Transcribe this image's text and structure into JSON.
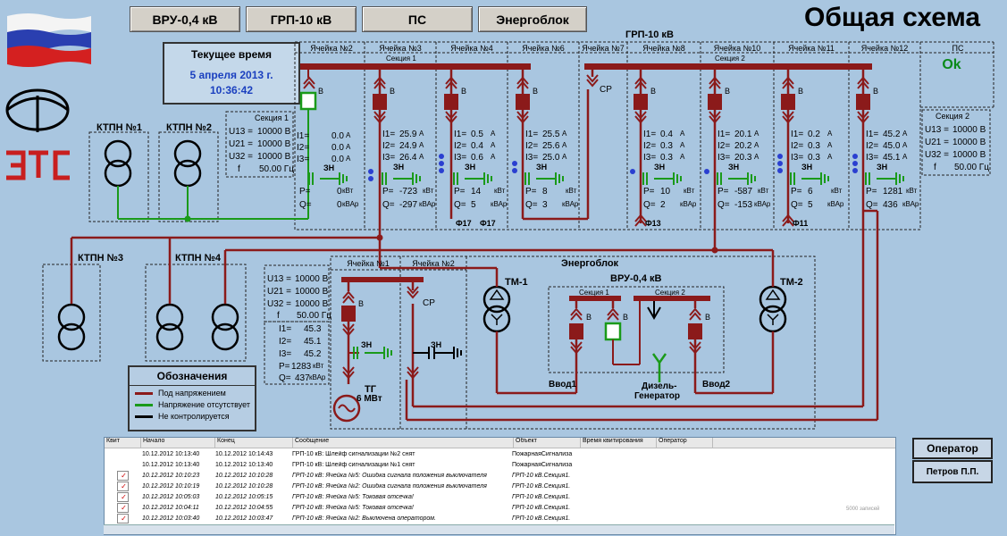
{
  "nav": {
    "vru": "ВРУ-0,4 кВ",
    "grp": "ГРП-10 кВ",
    "ps": "ПС",
    "eb": "Энергоблок"
  },
  "title": "Общая схема",
  "time": {
    "label": "Текущее время",
    "date": "5 апреля 2013 г.",
    "clock": "10:36:42"
  },
  "colors": {
    "live": "#8b1a1a",
    "dead": "#1a9a1a",
    "unmonitored": "#000000",
    "bg": "#a9c6e0"
  },
  "grp": {
    "title": "ГРП-10 кВ",
    "cells": [
      "Ячейка №2",
      "Ячейка №3",
      "Ячейка №4",
      "Ячейка №6",
      "Ячейка №7",
      "Ячейка №8",
      "Ячейка №10",
      "Ячейка №11",
      "Ячейка №12"
    ],
    "ps_header": "ПС",
    "ps_status": "Ok",
    "section1": "Секция 1",
    "section2": "Секция 2",
    "feeders": [
      {
        "i1": "0.0",
        "i2": "0.0",
        "i3": "0.0",
        "p": "0",
        "q": "0"
      },
      {
        "i1": "25.9",
        "i2": "24.9",
        "i3": "26.4",
        "p": "-723",
        "q": "-297"
      },
      {
        "i1": "0.5",
        "i2": "0.4",
        "i3": "0.6",
        "p": "14",
        "q": "5"
      },
      {
        "i1": "25.5",
        "i2": "25.6",
        "i3": "25.0",
        "p": "8",
        "q": "3"
      },
      {
        "i1": "0.4",
        "i2": "0.3",
        "i3": "0.3",
        "p": "10",
        "q": "2"
      },
      {
        "i1": "20.1",
        "i2": "20.2",
        "i3": "20.3",
        "p": "-587",
        "q": "-153"
      },
      {
        "i1": "0.2",
        "i2": "0.3",
        "i3": "0.3",
        "p": "6",
        "q": "5"
      },
      {
        "i1": "45.2",
        "i2": "45.0",
        "i3": "45.1",
        "p": "1281",
        "q": "436"
      }
    ],
    "feeder_names": [
      "Ф17",
      "Ф17",
      "Ф13",
      "Ф11"
    ]
  },
  "labels": {
    "b": "В",
    "cp": "СР",
    "zn": "ЗН",
    "i1": "I1=",
    "i2": "I2=",
    "i3": "I3=",
    "p": "P=",
    "q": "Q=",
    "a": "А",
    "kw": "кВт",
    "kvar": "кВАр",
    "u13": "U13 =",
    "u21": "U21 =",
    "u32": "U32 =",
    "f": "f",
    "u_val": "10000 В",
    "f_val": "50.00 Гц"
  },
  "sec1": {
    "title": "Секция 1"
  },
  "sec2": {
    "title": "Секция 2"
  },
  "ktpn": [
    "КТПН №1",
    "КТПН №2",
    "КТПН №3",
    "КТПН №4"
  ],
  "eb": {
    "title": "Энергоблок",
    "cell1": "Ячейка №1",
    "cell2": "Ячейка №2",
    "u": "10000 В",
    "f": "50.00 Гц",
    "i1": "45.3",
    "i2": "45.1",
    "i3": "45.2",
    "p": "1283",
    "q": "437",
    "tg": "ТГ",
    "tg_power": "6 МВт",
    "tm1": "ТМ-1",
    "tm2": "ТМ-2",
    "vru_title": "ВРУ-0,4 кВ",
    "vru_sec1": "Секция 1",
    "vru_sec2": "Секция 2",
    "vvod1": "Ввод1",
    "vvod2": "Ввод2",
    "diesel1": "Дизель-",
    "diesel2": "Генератор"
  },
  "legend": {
    "title": "Обозначения",
    "live": "Под напряжением",
    "dead": "Напряжение отсутствует",
    "unmonitored": "Не контролируется"
  },
  "events": {
    "headers": [
      "Квит",
      "Начало",
      "Конец",
      "Сообщение",
      "Объект",
      "Время квитирования",
      "Оператор"
    ],
    "rows": [
      {
        "start": "10.12.2012 10:13:40",
        "end": "10.12.2012 10:14:43",
        "msg": "ГРП-10 кВ: Шлейф сигнализации №2 снят",
        "obj": "ПожарнаяСигнализа"
      },
      {
        "start": "10.12.2012 10:13:40",
        "end": "10.12.2012 10:13:40",
        "msg": "ГРП-10 кВ: Шлейф сигнализации №1 снят",
        "obj": "ПожарнаяСигнализа"
      },
      {
        "start": "10.12.2012 10:10:23",
        "end": "10.12.2012 10:10:28",
        "msg": "ГРП-10 кВ: Ячейка №5: Ошибка сигнала положения выключателя",
        "obj": "ГРП-10 кВ.Секция1."
      },
      {
        "start": "10.12.2012 10:10:19",
        "end": "10.12.2012 10:10:28",
        "msg": "ГРП-10 кВ: Ячейка №2: Ошибка сигнала положения выключателя",
        "obj": "ГРП-10 кВ.Секция1."
      },
      {
        "start": "10.12.2012 10:05:03",
        "end": "10.12.2012 10:05:15",
        "msg": "ГРП-10 кВ: Ячейка №5: Токовая отсечка!",
        "obj": "ГРП-10 кВ.Секция1."
      },
      {
        "start": "10.12.2012 10:04:11",
        "end": "10.12.2012 10:04:55",
        "msg": "ГРП-10 кВ: Ячейка №5: Токовая отсечка!",
        "obj": "ГРП-10 кВ.Секция1."
      },
      {
        "start": "10.12.2012 10:03:40",
        "end": "10.12.2012 10:03:47",
        "msg": "ГРП-10 кВ: Ячейка №2: Выключена оператором.",
        "obj": "ГРП-10 кВ.Секция1."
      }
    ],
    "count": "5000 записей"
  },
  "operator": {
    "button": "Оператор",
    "name": "Петров П.П."
  }
}
